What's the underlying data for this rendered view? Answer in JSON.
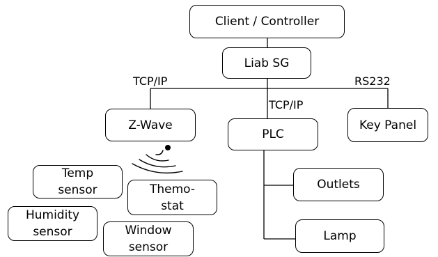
{
  "diagram": {
    "nodes": {
      "client": "Client / Controller",
      "liab": "Liab SG",
      "zwave": "Z-Wave",
      "plc": "PLC",
      "keypanel": "Key Panel",
      "temp": "Temp\nsensor",
      "thermostat": "Themo-\nstat",
      "humidity": "Humidity\nsensor",
      "window": "Window\nsensor",
      "outlets": "Outlets",
      "lamp": "Lamp"
    },
    "connections": {
      "tcpip_left": "TCP/IP",
      "tcpip_center": "TCP/IP",
      "rs232": "RS232"
    },
    "icons": {
      "wireless": "wireless-signal-icon"
    }
  }
}
